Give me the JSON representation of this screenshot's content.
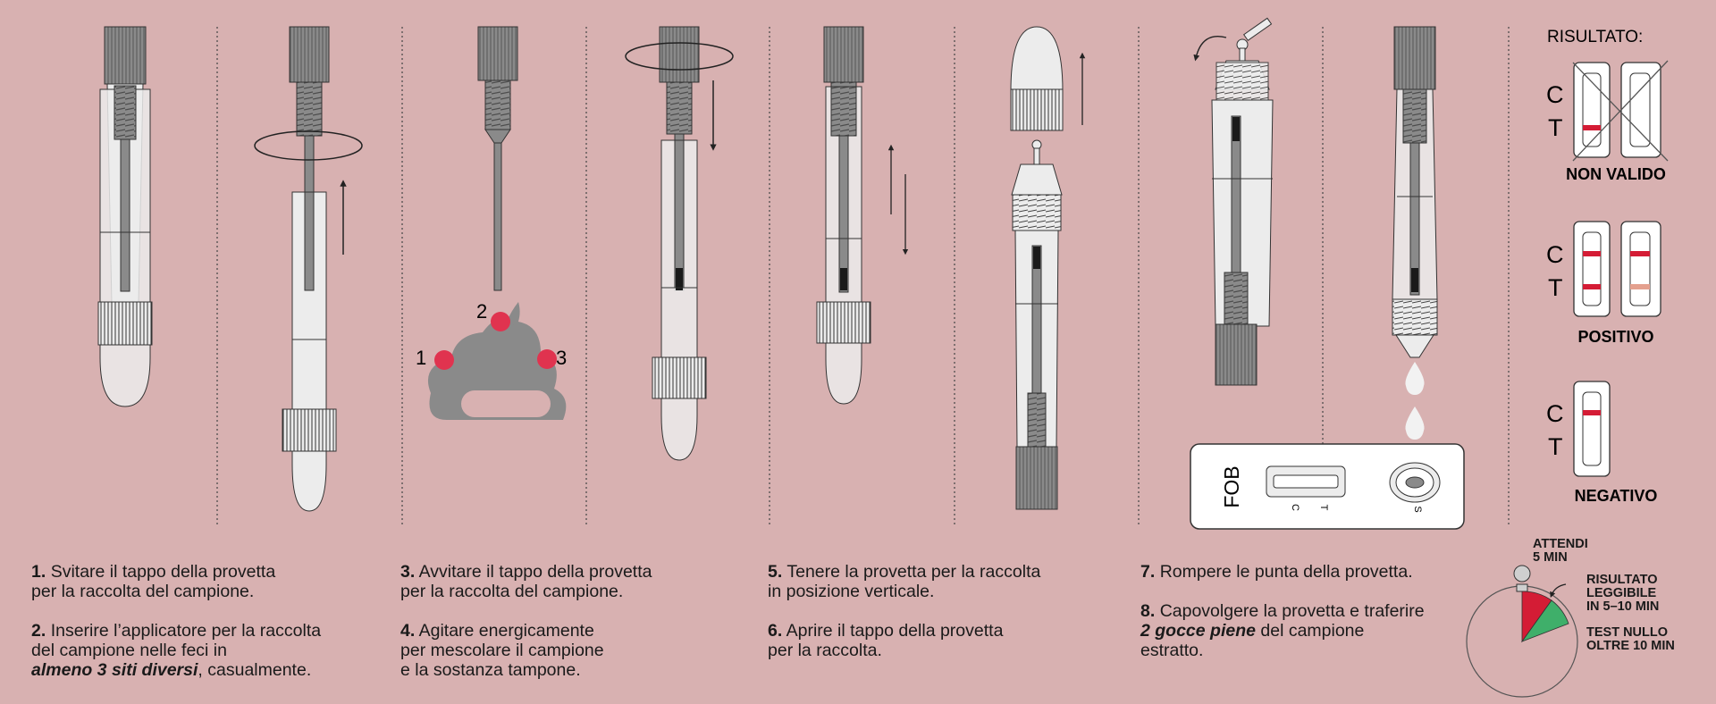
{
  "results": {
    "title": "RISULTATO:",
    "c_letter": "C",
    "t_letter": "T",
    "invalid_label": "NON VALIDO",
    "positive_label": "POSITIVO",
    "negative_label": "NEGATIVO"
  },
  "stool_sites": [
    "1",
    "2",
    "3"
  ],
  "device": {
    "label": "FOB",
    "c_mark": "C",
    "t_mark": "T",
    "s_mark": "S"
  },
  "timer": {
    "wait": [
      "ATTENDI",
      "5 MIN"
    ],
    "readable": [
      "RISULTATO",
      "LEGGIBILE",
      "IN 5–10 MIN"
    ],
    "void": [
      "TEST NULLO",
      "OLTRE 10 MIN"
    ]
  },
  "colors": {
    "background": "#d8b1b1",
    "tube": "#ececec",
    "gray": "#8a8a8a",
    "red": "#d41c35",
    "light_red": "#e4a08e",
    "green": "#3faf6a",
    "dot": "#e0334f"
  },
  "instructions": {
    "col1": {
      "step1_num": "1.",
      "step1_line1": "Svitare il tappo della provetta",
      "step1_line2": "per la raccolta del campione.",
      "step2_num": "2.",
      "step2_line1": "Inserire l’applicatore per la raccolta",
      "step2_line2": "del campione nelle feci in",
      "step2_emph": "almeno 3 siti diversi",
      "step2_tail": ", casualmente."
    },
    "col2": {
      "step3_num": "3.",
      "step3_line1": "Avvitare il tappo della provetta",
      "step3_line2": "per la raccolta del campione.",
      "step4_num": "4.",
      "step4_line1": "Agitare energicamente",
      "step4_line2": "per mescolare il campione",
      "step4_line3": "e la sostanza tampone."
    },
    "col3": {
      "step5_num": "5.",
      "step5_line1": "Tenere la provetta per la raccolta",
      "step5_line2": "in posizione verticale.",
      "step6_num": "6.",
      "step6_line1": "Aprire il tappo della provetta",
      "step6_line2": "per la raccolta."
    },
    "col4": {
      "step7_num": "7.",
      "step7_line1": "Rompere le punta della provetta.",
      "step8_num": "8.",
      "step8_line1": "Capovolgere la provetta e traferire",
      "step8_emph": "2 gocce piene",
      "step8_tail": " del campione",
      "step8_line3": "estratto."
    }
  }
}
